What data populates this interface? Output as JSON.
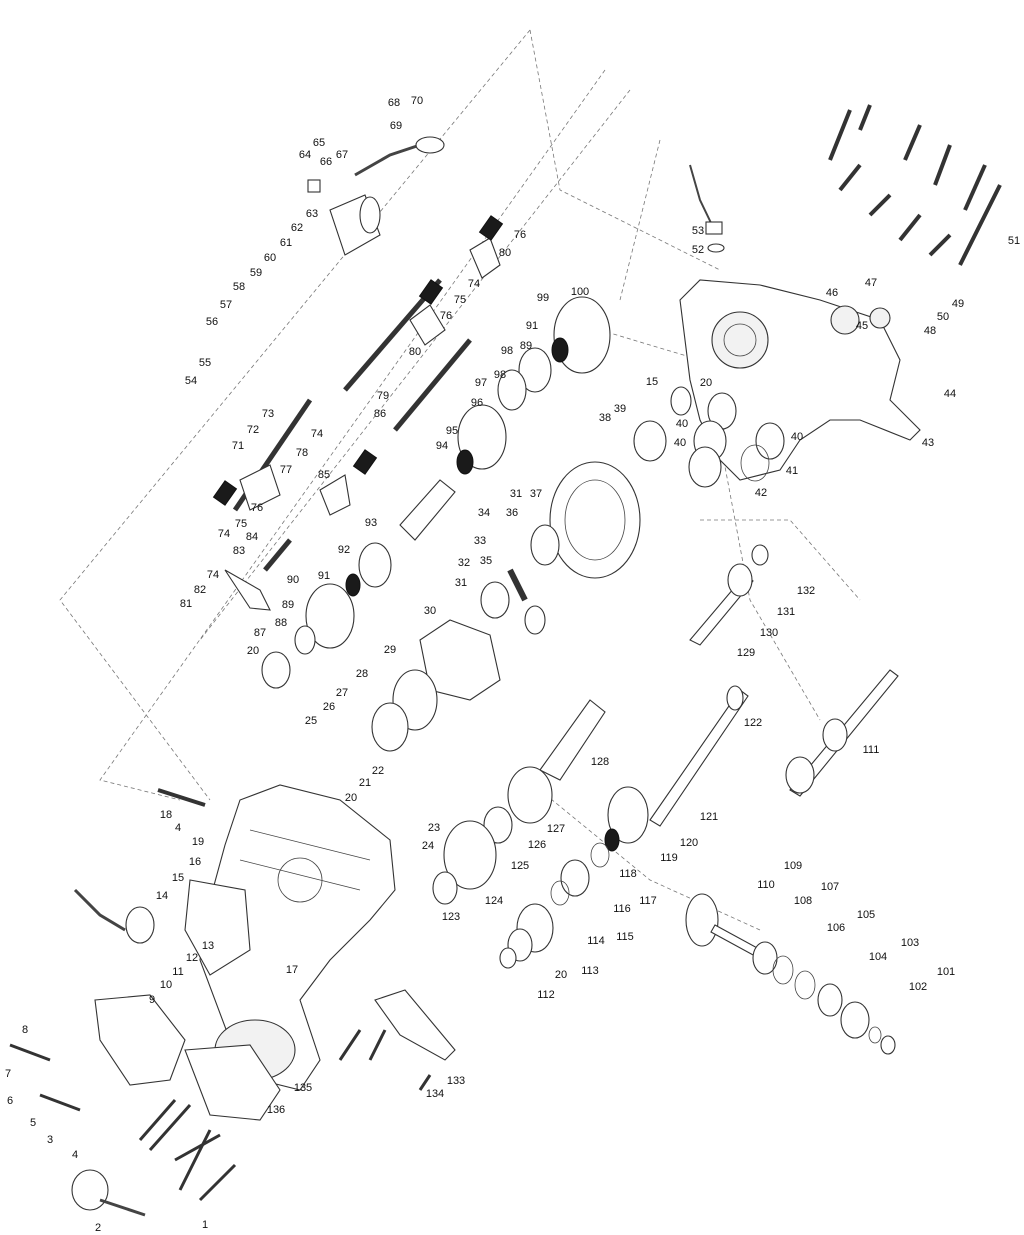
{
  "diagram": {
    "labels": [
      {
        "id": "l1",
        "text": "1"
      },
      {
        "id": "l2",
        "text": "2"
      },
      {
        "id": "l3",
        "text": "3"
      },
      {
        "id": "l4a",
        "text": "4"
      },
      {
        "id": "l4b",
        "text": "4"
      },
      {
        "id": "l5",
        "text": "5"
      },
      {
        "id": "l6",
        "text": "6"
      },
      {
        "id": "l7",
        "text": "7"
      },
      {
        "id": "l8",
        "text": "8"
      },
      {
        "id": "l9",
        "text": "9"
      },
      {
        "id": "l10",
        "text": "10"
      },
      {
        "id": "l11",
        "text": "11"
      },
      {
        "id": "l12",
        "text": "12"
      },
      {
        "id": "l13",
        "text": "13"
      },
      {
        "id": "l14",
        "text": "14"
      },
      {
        "id": "l15a",
        "text": "15"
      },
      {
        "id": "l15b",
        "text": "15"
      },
      {
        "id": "l16",
        "text": "16"
      },
      {
        "id": "l17",
        "text": "17"
      },
      {
        "id": "l18",
        "text": "18"
      },
      {
        "id": "l19",
        "text": "19"
      },
      {
        "id": "l20a",
        "text": "20"
      },
      {
        "id": "l20b",
        "text": "20"
      },
      {
        "id": "l20c",
        "text": "20"
      },
      {
        "id": "l20d",
        "text": "20"
      },
      {
        "id": "l21",
        "text": "21"
      },
      {
        "id": "l22",
        "text": "22"
      },
      {
        "id": "l23",
        "text": "23"
      },
      {
        "id": "l24",
        "text": "24"
      },
      {
        "id": "l25",
        "text": "25"
      },
      {
        "id": "l26",
        "text": "26"
      },
      {
        "id": "l27",
        "text": "27"
      },
      {
        "id": "l28",
        "text": "28"
      },
      {
        "id": "l29",
        "text": "29"
      },
      {
        "id": "l30",
        "text": "30"
      },
      {
        "id": "l31a",
        "text": "31"
      },
      {
        "id": "l31b",
        "text": "31"
      },
      {
        "id": "l32",
        "text": "32"
      },
      {
        "id": "l33",
        "text": "33"
      },
      {
        "id": "l34",
        "text": "34"
      },
      {
        "id": "l35",
        "text": "35"
      },
      {
        "id": "l36",
        "text": "36"
      },
      {
        "id": "l37",
        "text": "37"
      },
      {
        "id": "l38",
        "text": "38"
      },
      {
        "id": "l39",
        "text": "39"
      },
      {
        "id": "l40a",
        "text": "40"
      },
      {
        "id": "l40b",
        "text": "40"
      },
      {
        "id": "l40c",
        "text": "40"
      },
      {
        "id": "l41",
        "text": "41"
      },
      {
        "id": "l42",
        "text": "42"
      },
      {
        "id": "l43",
        "text": "43"
      },
      {
        "id": "l44",
        "text": "44"
      },
      {
        "id": "l45",
        "text": "45"
      },
      {
        "id": "l46",
        "text": "46"
      },
      {
        "id": "l47",
        "text": "47"
      },
      {
        "id": "l48",
        "text": "48"
      },
      {
        "id": "l49",
        "text": "49"
      },
      {
        "id": "l50",
        "text": "50"
      },
      {
        "id": "l51",
        "text": "51"
      },
      {
        "id": "l52",
        "text": "52"
      },
      {
        "id": "l53",
        "text": "53"
      },
      {
        "id": "l54",
        "text": "54"
      },
      {
        "id": "l55",
        "text": "55"
      },
      {
        "id": "l56",
        "text": "56"
      },
      {
        "id": "l57",
        "text": "57"
      },
      {
        "id": "l58",
        "text": "58"
      },
      {
        "id": "l59",
        "text": "59"
      },
      {
        "id": "l60",
        "text": "60"
      },
      {
        "id": "l61",
        "text": "61"
      },
      {
        "id": "l62",
        "text": "62"
      },
      {
        "id": "l63",
        "text": "63"
      },
      {
        "id": "l64",
        "text": "64"
      },
      {
        "id": "l65",
        "text": "65"
      },
      {
        "id": "l66",
        "text": "66"
      },
      {
        "id": "l67",
        "text": "67"
      },
      {
        "id": "l68",
        "text": "68"
      },
      {
        "id": "l69",
        "text": "69"
      },
      {
        "id": "l70",
        "text": "70"
      },
      {
        "id": "l71",
        "text": "71"
      },
      {
        "id": "l72",
        "text": "72"
      },
      {
        "id": "l73",
        "text": "73"
      },
      {
        "id": "l74a",
        "text": "74"
      },
      {
        "id": "l74b",
        "text": "74"
      },
      {
        "id": "l74c",
        "text": "74"
      },
      {
        "id": "l74d",
        "text": "74"
      },
      {
        "id": "l75a",
        "text": "75"
      },
      {
        "id": "l75b",
        "text": "75"
      },
      {
        "id": "l76a",
        "text": "76"
      },
      {
        "id": "l76b",
        "text": "76"
      },
      {
        "id": "l76c",
        "text": "76"
      },
      {
        "id": "l77",
        "text": "77"
      },
      {
        "id": "l78",
        "text": "78"
      },
      {
        "id": "l79",
        "text": "79"
      },
      {
        "id": "l80a",
        "text": "80"
      },
      {
        "id": "l80b",
        "text": "80"
      },
      {
        "id": "l81",
        "text": "81"
      },
      {
        "id": "l82",
        "text": "82"
      },
      {
        "id": "l83",
        "text": "83"
      },
      {
        "id": "l84",
        "text": "84"
      },
      {
        "id": "l85",
        "text": "85"
      },
      {
        "id": "l86",
        "text": "86"
      },
      {
        "id": "l87",
        "text": "87"
      },
      {
        "id": "l88",
        "text": "88"
      },
      {
        "id": "l89a",
        "text": "89"
      },
      {
        "id": "l89b",
        "text": "89"
      },
      {
        "id": "l90",
        "text": "90"
      },
      {
        "id": "l91a",
        "text": "91"
      },
      {
        "id": "l91b",
        "text": "91"
      },
      {
        "id": "l92",
        "text": "92"
      },
      {
        "id": "l93",
        "text": "93"
      },
      {
        "id": "l94",
        "text": "94"
      },
      {
        "id": "l95",
        "text": "95"
      },
      {
        "id": "l96",
        "text": "96"
      },
      {
        "id": "l97",
        "text": "97"
      },
      {
        "id": "l98a",
        "text": "98"
      },
      {
        "id": "l98b",
        "text": "98"
      },
      {
        "id": "l99",
        "text": "99"
      },
      {
        "id": "l100",
        "text": "100"
      },
      {
        "id": "l101",
        "text": "101"
      },
      {
        "id": "l102",
        "text": "102"
      },
      {
        "id": "l103",
        "text": "103"
      },
      {
        "id": "l104",
        "text": "104"
      },
      {
        "id": "l105",
        "text": "105"
      },
      {
        "id": "l106",
        "text": "106"
      },
      {
        "id": "l107",
        "text": "107"
      },
      {
        "id": "l108",
        "text": "108"
      },
      {
        "id": "l109",
        "text": "109"
      },
      {
        "id": "l110",
        "text": "110"
      },
      {
        "id": "l111",
        "text": "111"
      },
      {
        "id": "l112",
        "text": "112"
      },
      {
        "id": "l113",
        "text": "113"
      },
      {
        "id": "l114",
        "text": "114"
      },
      {
        "id": "l115",
        "text": "115"
      },
      {
        "id": "l116",
        "text": "116"
      },
      {
        "id": "l117",
        "text": "117"
      },
      {
        "id": "l118",
        "text": "118"
      },
      {
        "id": "l119",
        "text": "119"
      },
      {
        "id": "l120",
        "text": "120"
      },
      {
        "id": "l121",
        "text": "121"
      },
      {
        "id": "l122",
        "text": "122"
      },
      {
        "id": "l123",
        "text": "123"
      },
      {
        "id": "l124",
        "text": "124"
      },
      {
        "id": "l125",
        "text": "125"
      },
      {
        "id": "l126",
        "text": "126"
      },
      {
        "id": "l127",
        "text": "127"
      },
      {
        "id": "l128",
        "text": "128"
      },
      {
        "id": "l129",
        "text": "129"
      },
      {
        "id": "l130",
        "text": "130"
      },
      {
        "id": "l131",
        "text": "131"
      },
      {
        "id": "l132",
        "text": "132"
      },
      {
        "id": "l133",
        "text": "133"
      },
      {
        "id": "l134",
        "text": "134"
      },
      {
        "id": "l135",
        "text": "135"
      },
      {
        "id": "l136",
        "text": "136"
      }
    ]
  }
}
